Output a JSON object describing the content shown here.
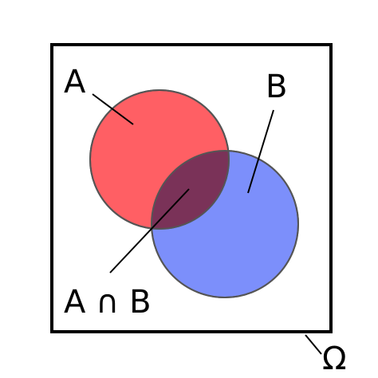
{
  "diagram": {
    "universe_label": "Ω",
    "set_a_label": "A",
    "set_b_label": "B",
    "intersection_label": "A ∩ B"
  },
  "colors": {
    "background": "#ffffff",
    "frame": "#000000",
    "set_a_fill": "#ff5f64",
    "set_b_fill": "#7c8ffb",
    "intersection_fill": "#7a3258",
    "circle_outline": "#555555",
    "leader_line": "#000000"
  }
}
